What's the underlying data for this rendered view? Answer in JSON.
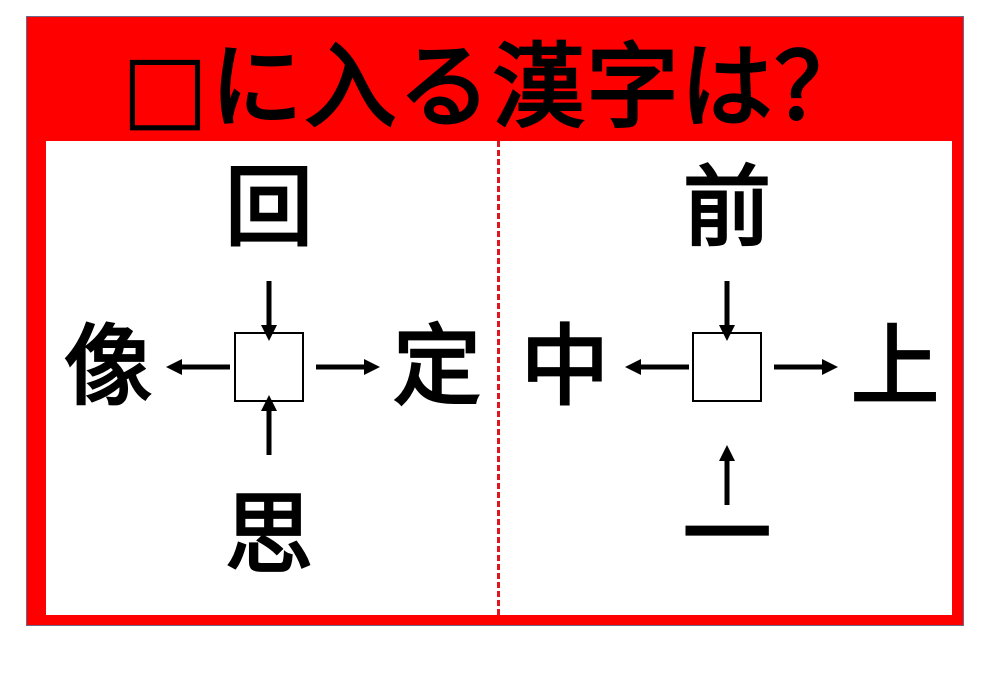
{
  "title": "□に入る漢字は？",
  "colors": {
    "frame": "#ff0000",
    "divider": "#e0161e",
    "text": "#000000"
  },
  "puzzles": [
    {
      "top": "回",
      "left": "像",
      "right": "定",
      "bottom": "思",
      "arrows": {
        "top": "in",
        "bottom": "in",
        "left": "out",
        "right": "out"
      }
    },
    {
      "top": "前",
      "left": "中",
      "right": "上",
      "bottom": "一",
      "arrows": {
        "top": "in",
        "bottom": "in",
        "left": "out",
        "right": "out"
      }
    }
  ]
}
